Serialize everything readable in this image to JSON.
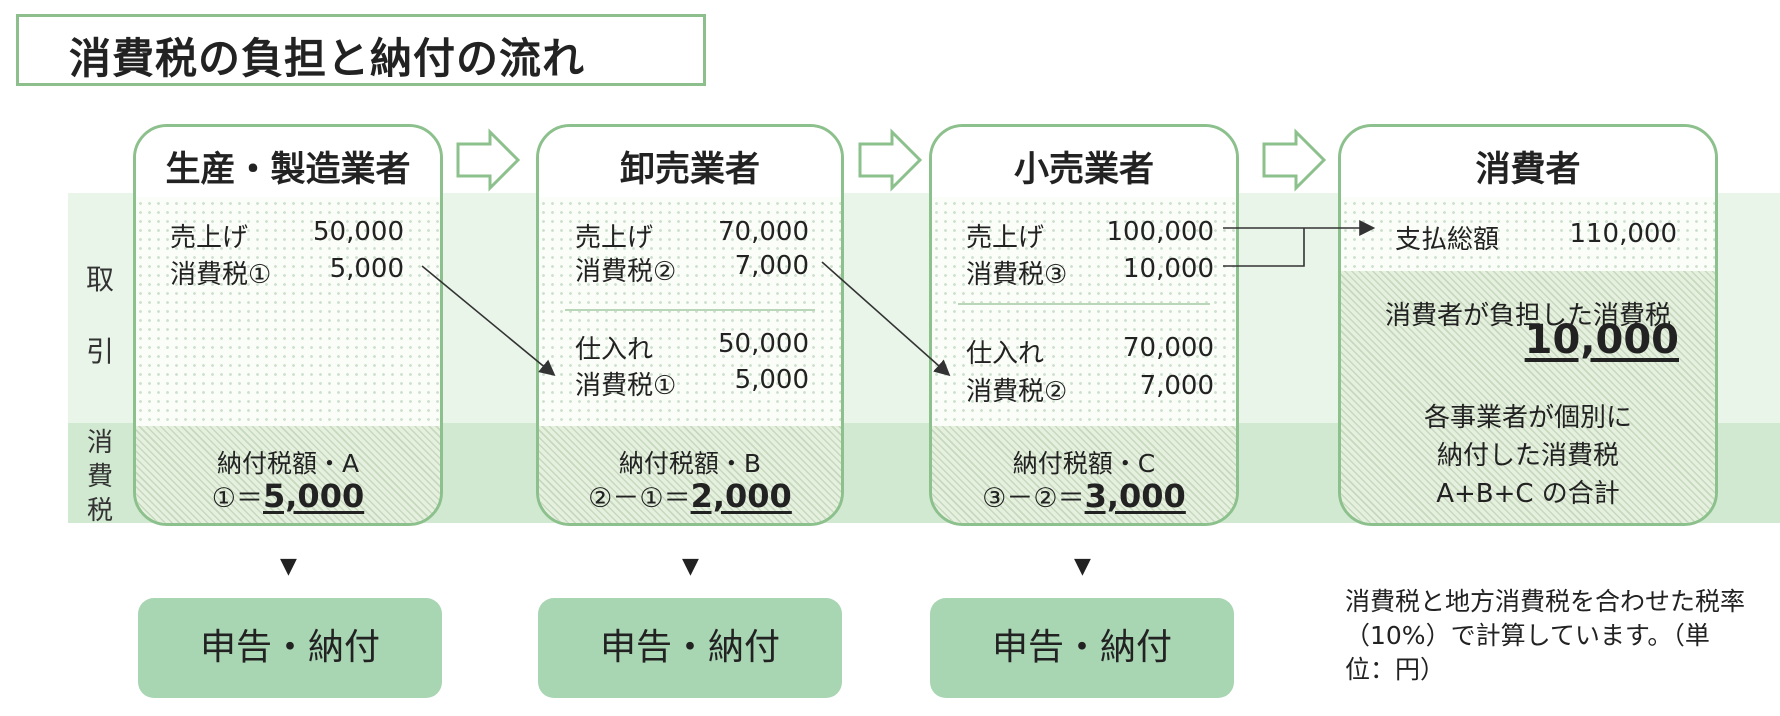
{
  "title": "消費税の負担と納付の流れ",
  "side_labels": {
    "trade": [
      "取",
      "引"
    ],
    "tax": [
      "消",
      "費",
      "税"
    ]
  },
  "producer": {
    "title": "生産・製造業者",
    "sales_label": "売上げ",
    "sales_value": "50,000",
    "tax_label": "消費税①",
    "tax_value": "5,000",
    "pay_title": "納付税額・A",
    "pay_formula": "①＝",
    "pay_amount": "5,000"
  },
  "wholesaler": {
    "title": "卸売業者",
    "sales_label": "売上げ",
    "sales_value": "70,000",
    "tax_label": "消費税②",
    "tax_value": "7,000",
    "purchase_label": "仕入れ",
    "purchase_value": "50,000",
    "purchase_tax_label": "消費税①",
    "purchase_tax_value": "5,000",
    "pay_title": "納付税額・B",
    "pay_formula": "②－①＝",
    "pay_amount": "2,000"
  },
  "retailer": {
    "title": "小売業者",
    "sales_label": "売上げ",
    "sales_value": "100,000",
    "tax_label": "消費税③",
    "tax_value": "10,000",
    "purchase_label": "仕入れ",
    "purchase_value": "70,000",
    "purchase_tax_label": "消費税②",
    "purchase_tax_value": "7,000",
    "pay_title": "納付税額・C",
    "pay_formula": "③－②＝",
    "pay_amount": "3,000"
  },
  "consumer": {
    "title": "消費者",
    "paid_label": "支払総額",
    "paid_value": "110,000",
    "burden_label": "消費者が負担した消費税",
    "burden_value": "10,000",
    "sum_line1": "各事業者が個別に",
    "sum_line2": "納付した消費税",
    "sum_line3": "A+B+C の合計"
  },
  "actions": {
    "file_pay": "申告・納付"
  },
  "note": "消費税と地方消費税を合わせた税率（10%）で計算しています。（単位：円）",
  "colors": {
    "card_border": "#8cc08c",
    "band_trade": "#eaf5ea",
    "band_tax": "#d1e9d1",
    "action_bg": "#a8d5b2"
  }
}
